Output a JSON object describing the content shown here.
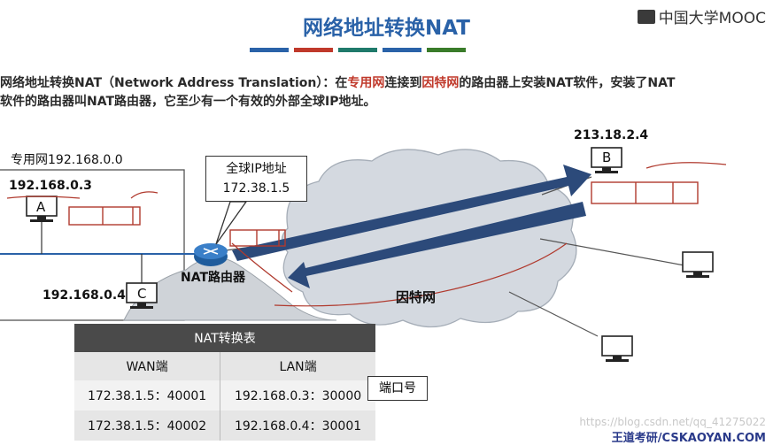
{
  "header": {
    "title": "网络地址转换NAT",
    "logo_text": "中国大学MOOC",
    "bar_colors": [
      "#2a62a8",
      "#c0392b",
      "#1f7a6b",
      "#2a62a8",
      "#3a7c2a"
    ]
  },
  "intro": {
    "line1_a": "网络地址转换NAT（Network Address Translation）：在",
    "line1_b": "专用网",
    "line1_c": "连接到",
    "line1_d": "因特网",
    "line1_e": "的路由器上安装NAT软件，安装了NAT",
    "line2_a": "软件的路由器叫",
    "line2_b": "NAT路由器",
    "line2_c": "，它至少有一个有效的",
    "line2_d": "外部全球IP地址",
    "line2_e": "。"
  },
  "diagram": {
    "private_net_label": "专用网192.168.0.0",
    "host_a_ip": "192.168.0.3",
    "host_a_name": "A",
    "host_c_ip": "192.168.0.4",
    "host_c_name": "C",
    "host_b_ip": "213.18.2.4",
    "host_b_name": "B",
    "callout_line1": "全球IP地址",
    "callout_line2": "172.38.1.5",
    "router_label": "NAT路由器",
    "internet_label": "因特网"
  },
  "nat_table": {
    "title": "NAT转换表",
    "col_wan": "WAN端",
    "col_lan": "LAN端",
    "rows": [
      {
        "wan": "172.38.1.5：40001",
        "lan": "192.168.0.3：30000"
      },
      {
        "wan": "172.38.1.5：40002",
        "lan": "192.168.0.4：30001"
      }
    ],
    "port_label": "端口号"
  },
  "watermark": "https://blog.csdn.net/qq_41275022",
  "footer": "王道考研/CSKAOYAN.COM"
}
